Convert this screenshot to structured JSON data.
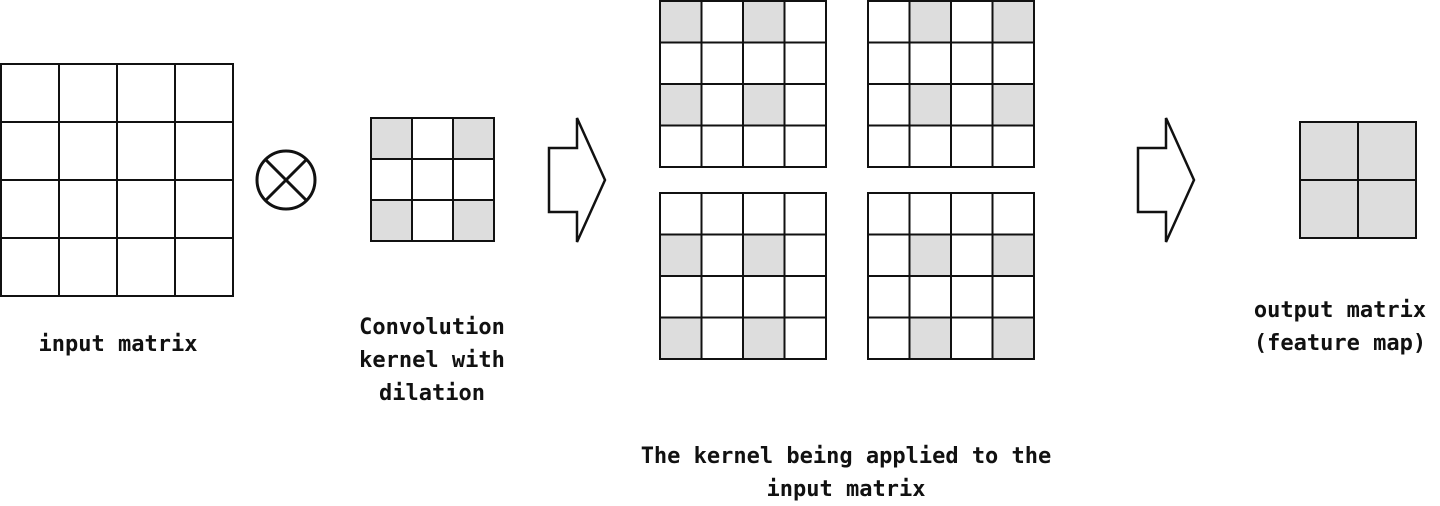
{
  "labels": {
    "input": "input matrix",
    "kernel": "Convolution\nkernel with\ndilation",
    "applied": "The kernel being applied to the\ninput matrix",
    "output": "output matrix\n(feature map)"
  },
  "colors": {
    "stroke": "#111111",
    "shade": "#dddddd",
    "background": "#ffffff"
  },
  "grids": {
    "input": {
      "rows": 4,
      "cols": 4,
      "shaded": []
    },
    "kernel": {
      "rows": 3,
      "cols": 3,
      "shaded": [
        [
          0,
          0
        ],
        [
          0,
          2
        ],
        [
          2,
          0
        ],
        [
          2,
          2
        ]
      ]
    },
    "applied": [
      {
        "rows": 4,
        "cols": 4,
        "shaded": [
          [
            0,
            0
          ],
          [
            0,
            2
          ],
          [
            2,
            0
          ],
          [
            2,
            2
          ]
        ]
      },
      {
        "rows": 4,
        "cols": 4,
        "shaded": [
          [
            0,
            1
          ],
          [
            0,
            3
          ],
          [
            2,
            1
          ],
          [
            2,
            3
          ]
        ]
      },
      {
        "rows": 4,
        "cols": 4,
        "shaded": [
          [
            1,
            0
          ],
          [
            1,
            2
          ],
          [
            3,
            0
          ],
          [
            3,
            2
          ]
        ]
      },
      {
        "rows": 4,
        "cols": 4,
        "shaded": [
          [
            1,
            1
          ],
          [
            1,
            3
          ],
          [
            3,
            1
          ],
          [
            3,
            3
          ]
        ]
      }
    ],
    "output": {
      "rows": 2,
      "cols": 2,
      "shaded": [
        [
          0,
          0
        ],
        [
          0,
          1
        ],
        [
          1,
          0
        ],
        [
          1,
          1
        ]
      ]
    }
  },
  "operator_icon": "circled-times-icon",
  "arrow_icon": "right-arrow-icon"
}
